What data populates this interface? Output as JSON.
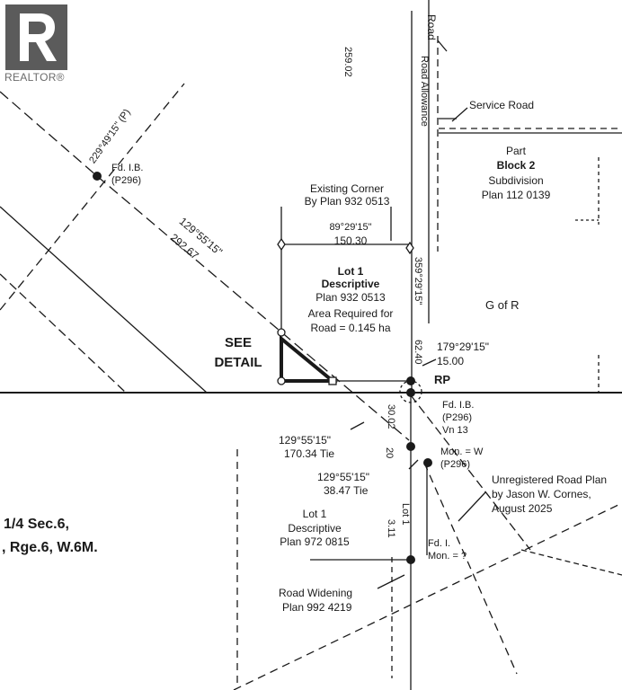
{
  "watermark": {
    "logo_icon": "realtor-r-logo-icon",
    "text": "REALTOR®"
  },
  "labels": {
    "road_vertical": "Road",
    "dist_top": "259.02",
    "road_allowance": "Road Allowance",
    "service_road": "Service Road",
    "part": "Part",
    "block2": "Block 2",
    "subdivision": "Subdivision",
    "plan_112": "Plan 112 0139",
    "found_pin": "Fd. I.B.",
    "found_pin_ref": "(P296)",
    "bearing_top_left": "229°49'15\" (P)",
    "existing_corner_1": "Existing Corner",
    "existing_corner_2": "By Plan 932 0513",
    "bearing_lot_top": "89°29'15\"",
    "dist_lot_top": "150.30",
    "diag_bearing": "129°55'15\"",
    "diag_dist": "292.67",
    "vert_bearing": "359°29'15\"",
    "lot1": "Lot 1",
    "descriptive": "Descriptive",
    "plan932": "Plan 932 0513",
    "area_required": "Area Required for",
    "road_ha": "Road = 0.145 ha",
    "see": "SEE",
    "detail": "DETAIL",
    "gof": "G of R",
    "bearing_right": "179°29'15\"",
    "dist_right": "15.00",
    "rp": "RP",
    "dist_62": "62.40",
    "found_ib": "Fd. I.B.",
    "found_ref": "(P296)",
    "found_vn": "Vn 13",
    "bearing_bottom1": "129°55'15\"",
    "dist_bottom1": "170.34 Tie",
    "dist_vert_mid": "30.02",
    "dist_vert_small": "20",
    "bearing_bottom2": "129°55'15\"",
    "dist_bottom2": "38.47 Tie",
    "monument": "Mon. = W",
    "monument_ref": "(P296)",
    "unregistered_1": "Unregistered Road Plan",
    "unregistered_2": "by Jason W. Cornes,",
    "unregistered_3": "August 2025",
    "lot1_bottom": "Lot 1",
    "descriptive_bottom": "Descriptive",
    "plan_bottom": "Plan 972 0815",
    "lot1_vert": "Lot 1",
    "lot1_vert_dist": "3.11",
    "fd_mon": "Fd. I.",
    "fd_mon_ref": "Mon. = ?",
    "road_widening": "Road Widening",
    "plan_widening": "Plan 992 4219",
    "sec_line": "1/4   Sec.6,",
    "twp_line": ", Rge.6, W.6M."
  }
}
